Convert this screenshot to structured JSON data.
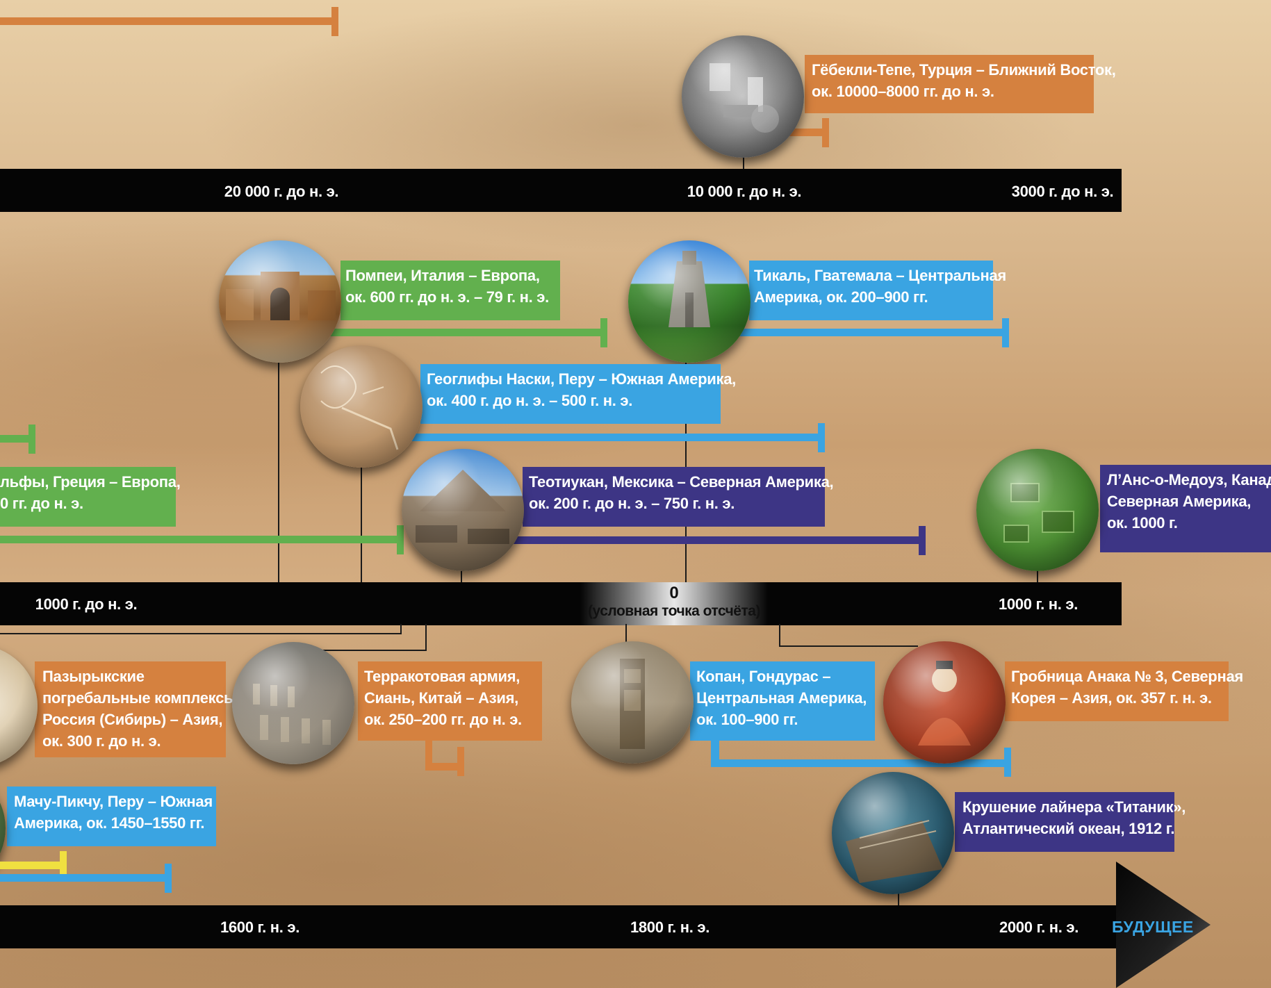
{
  "axes": {
    "top": {
      "ticks": [
        "20 000 г. до н. э.",
        "10 000 г. до н. э.",
        "3000 г. до н. э."
      ]
    },
    "middle": {
      "ticks": [
        "1000 г. до н. э.",
        "1000 г. н. э."
      ],
      "zero_label": "0",
      "zero_caption": "(условная точка отсчёта)"
    },
    "bottom": {
      "ticks": [
        "1600 г. н. э.",
        "1800 г. н. э.",
        "2000 г. н. э."
      ],
      "future_label": "БУДУЩЕЕ"
    }
  },
  "colors": {
    "orange": "#d5813f",
    "green": "#62b04e",
    "blue": "#3aa4e2",
    "indigo": "#3d3585",
    "yellow": "#f0e040",
    "axis": "#050505"
  },
  "events": {
    "gobekli": {
      "line1": "Гёбекли-Тепе, Турция – Ближний Восток,",
      "line2": "ок. 10000–8000 гг. до н. э.",
      "image": "stone-ruins-photo"
    },
    "pompeii": {
      "line1": "Помпеи, Италия – Европа,",
      "line2": "ок. 600 гг. до н. э. – 79 г. н. э.",
      "image": "roman-arch-photo"
    },
    "tikal": {
      "line1": "Тикаль, Гватемала – Центральная",
      "line2": "Америка, ок. 200–900 гг.",
      "image": "maya-temple-photo"
    },
    "nazca": {
      "line1": "Геоглифы Наски, Перу – Южная Америка,",
      "line2": "ок. 400 г. до н. э. – 500 г. н. э.",
      "image": "geoglyph-photo"
    },
    "delphi": {
      "line1": "льфы, Греция – Европа,",
      "line2": "0 гг. до н. э."
    },
    "teotihuacan": {
      "line1": "Теотиукан, Мексика – Северная Америка,",
      "line2": "ок. 200 г. до н. э. – 750 г. н. э.",
      "image": "pyramid-photo"
    },
    "lanse": {
      "line1": "Л’Анс-о-Медоуз, Канада –",
      "line2": "Северная Америка,",
      "line3": "ок. 1000 г.",
      "image": "grass-settlement-photo"
    },
    "pazyryk": {
      "line1": "Пазырыкские",
      "line2": "погребальные комплексы,",
      "line3": "Россия (Сибирь) – Азия,",
      "line4": "ок. 300 г. до н. э."
    },
    "terracotta": {
      "line1": "Терракотовая армия,",
      "line2": "Сиань, Китай – Азия,",
      "line3": "ок. 250–200 гг. до н. э.",
      "image": "terracotta-soldiers-photo"
    },
    "copan": {
      "line1": "Копан, Гондурас –",
      "line2": "Центральная Америка,",
      "line3": "ок. 100–900 гг.",
      "image": "stela-photo"
    },
    "anak": {
      "line1": "Гробница Анака № 3, Северная",
      "line2": "Корея – Азия, ок. 357 г. н. э.",
      "image": "tomb-mural-photo"
    },
    "machu": {
      "line1": "Мачу-Пикчу, Перу – Южная",
      "line2": "Америка, ок. 1450–1550 гг."
    },
    "titanic": {
      "line1": "Крушение лайнера «Титаник»,",
      "line2": "Атлантический океан, 1912 г.",
      "image": "shipwreck-photo"
    }
  }
}
